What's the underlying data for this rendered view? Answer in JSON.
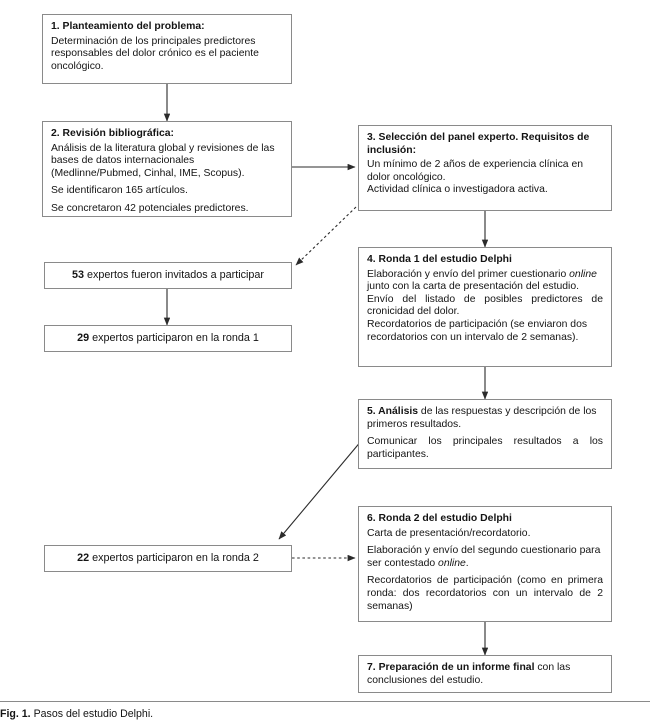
{
  "figure": {
    "caption_label": "Fig. 1.",
    "caption_text": "Pasos del estudio Delphi."
  },
  "nodes": {
    "n1": {
      "title": "1. Planteamiento del problema:",
      "body": "Determinación de los principales predictores responsables del dolor crónico es el paciente oncológico."
    },
    "n2": {
      "title": "2. Revisión bibliográfica:",
      "body1": "Análisis de la literatura global y revisiones de las bases de datos internacionales (Medlinne/Pubmed, Cinhal, IME, Scopus).",
      "body2": "Se identificaron 165 artículos.",
      "body3": "Se concretaron 42 potenciales predictores."
    },
    "n3": {
      "title": "3. Selección del panel experto. Requisitos de inclusión:",
      "body1": "Un mínimo de 2 años de experiencia clínica en dolor oncológico.",
      "body2": "Actividad clínica o investigadora activa."
    },
    "n4": {
      "title": "4. Ronda 1 del estudio Delphi",
      "body1_a": "Elaboración y envío del primer cuestionario ",
      "body1_em": "online",
      "body1_b": " junto con la carta de presentación del estudio.",
      "body2": "Envío del listado de posibles predictores de cronicidad del dolor.",
      "body3": "Recordatorios de participación (se enviaron dos recordatorios con un intervalo de 2 semanas)."
    },
    "n5": {
      "title_num": "5. ",
      "title_bold": "Análisis",
      "title_rest": " de las respuestas y descripción de los primeros resultados.",
      "body2": "Comunicar los principales resultados a los participantes."
    },
    "n6": {
      "title": "6. Ronda 2 del estudio Delphi",
      "body1": "Carta de presentación/recordatorio.",
      "body2_a": "Elaboración y envío del segundo cuestionario para ser contestado ",
      "body2_em": "online",
      "body2_b": ".",
      "body3": "Recordatorios de participación (como en primera ronda: dos recordatorios con un intervalo de 2 semanas)"
    },
    "n7": {
      "title_num": "7. ",
      "title_bold": "Preparación de un informe final",
      "title_rest": " con las conclusiones del estudio."
    },
    "c53": {
      "count": "53",
      "text": " expertos fueron invitados a participar"
    },
    "c29": {
      "count": "29",
      "text": " expertos participaron en la ronda 1"
    },
    "c22": {
      "count": "22",
      "text": " expertos participaron en la ronda 2"
    }
  },
  "edges": [
    {
      "name": "edge-n1-to-n2",
      "style": "solid",
      "from": "n1",
      "to": "n2"
    },
    {
      "name": "edge-n2-to-n3",
      "style": "solid",
      "from": "n2",
      "to": "n3"
    },
    {
      "name": "edge-n3-to-c53",
      "style": "dotted",
      "from": "n3",
      "to": "c53"
    },
    {
      "name": "edge-n3-to-n4",
      "style": "solid",
      "from": "n3",
      "to": "n4"
    },
    {
      "name": "edge-c53-to-c29",
      "style": "solid",
      "from": "c53",
      "to": "c29"
    },
    {
      "name": "edge-n4-to-n5",
      "style": "solid",
      "from": "n4",
      "to": "n5"
    },
    {
      "name": "edge-n5-to-c22",
      "style": "solid",
      "from": "n5",
      "to": "c22"
    },
    {
      "name": "edge-c22-to-n6",
      "style": "dotted",
      "from": "c22",
      "to": "n6"
    },
    {
      "name": "edge-n6-to-n7",
      "style": "solid",
      "from": "n6",
      "to": "n7"
    }
  ],
  "colors": {
    "border": "#8a8a8a",
    "text": "#141414",
    "background": "#ffffff",
    "edge": "#2b2b2b"
  }
}
